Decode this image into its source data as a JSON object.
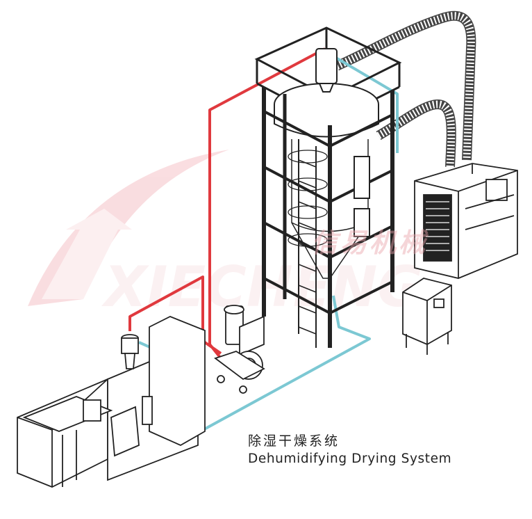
{
  "caption": {
    "title_cn": "除湿干燥系统",
    "title_en": "Dehumidifying Drying System"
  },
  "watermark": {
    "brand": "XIECHENG",
    "brand_cn": "信易机械",
    "color": "#e9a4ab"
  },
  "lines": {
    "supply_color": "#e0393e",
    "return_color": "#7cc8d3"
  },
  "equipment": [
    "drying-silo",
    "dehumidifier-dryer",
    "vacuum-loader",
    "injection-molding-machine",
    "hopper-receiver",
    "cooling-unit"
  ]
}
